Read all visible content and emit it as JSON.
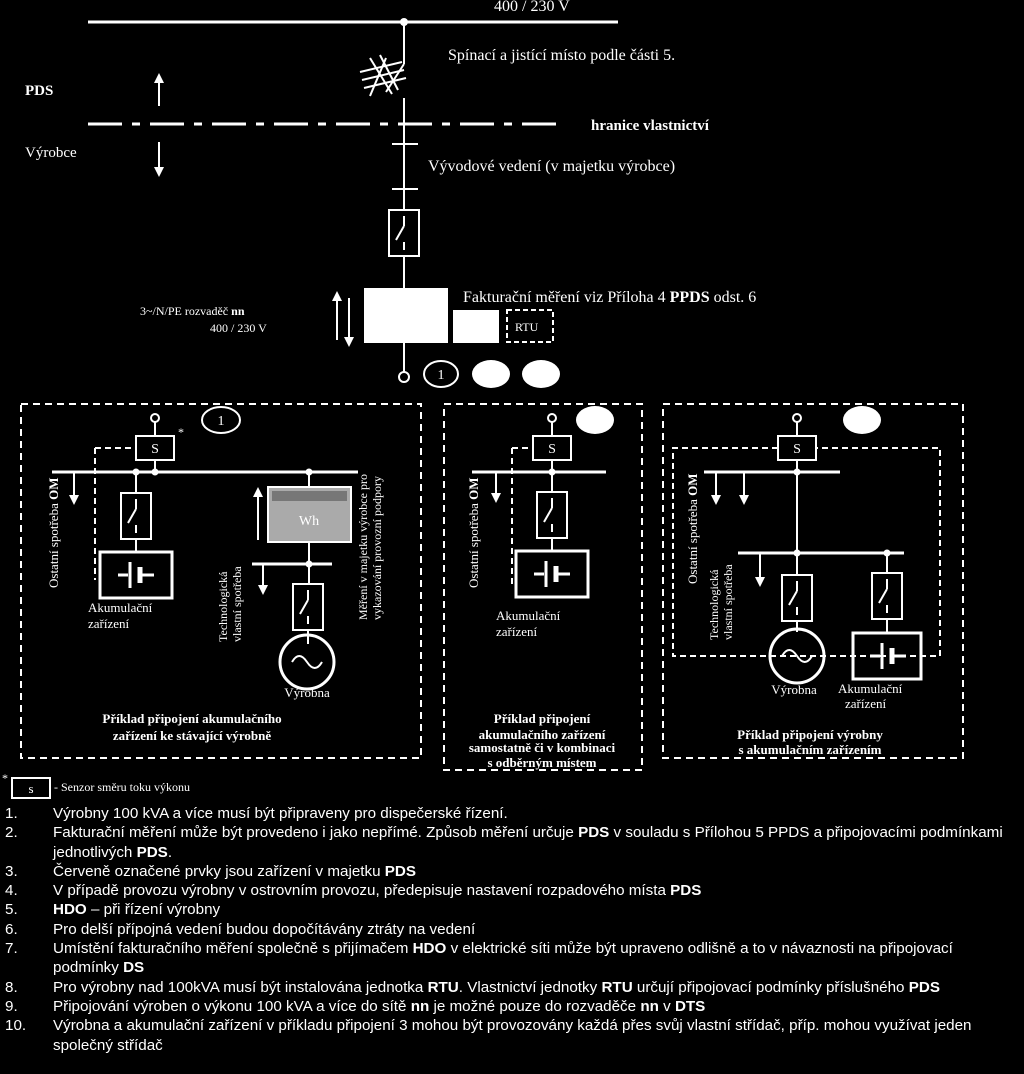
{
  "top": {
    "voltage": "400 / 230 V",
    "switch_label": "Spínací a jistící místo podle části 5.",
    "pds": "PDS",
    "vyrobce": "Výrobce",
    "boundary": "hranice vlastnictví",
    "feeder": "Vývodové vedení (v majetku výrobce)",
    "panel_line1_pre": "3~/N/PE rozvaděč ",
    "panel_line1_bold": "nn",
    "panel_line2": "400 / 230 V",
    "metering_pre": "Fakturační měření viz Příloha 4 ",
    "metering_bold": "PPDS",
    "metering_post": " odst. 6",
    "rtu": "RTU",
    "circle1": "1"
  },
  "boxes": [
    {
      "circle": "1",
      "sensor": "S",
      "asterisk": "*",
      "ostatni": "Ostatní spotřeba ",
      "om": "OM",
      "accu1": "Akumulační",
      "accu2": "zařízení",
      "wh": "Wh",
      "techno1": "Technologická",
      "techno2": "vlastní spotřeba",
      "mereni1": "Měření v majetku výrobce pro",
      "mereni2": "vykazování provozní podpory",
      "vyrobna": "Výrobna",
      "caption": [
        "Příklad připojení akumulačního",
        "zařízení ke stávající výrobně"
      ]
    },
    {
      "sensor": "S",
      "ostatni": "Ostatní spotřeba ",
      "om": "OM",
      "accu1": "Akumulační",
      "accu2": "zařízení",
      "caption": [
        "Příklad připojení",
        "akumulačního zařízení",
        "samostatně či v kombinaci",
        "s odběrným místem"
      ]
    },
    {
      "sensor": "S",
      "ostatni": "Ostatní spotřeba ",
      "om": "OM",
      "techno1": "Technologická",
      "techno2": "vlastní spotřeba",
      "vyrobna": "Výrobna",
      "accu1": "Akumulační",
      "accu2": "zařízení",
      "caption": [
        "Příklad připojení výrobny",
        "s akumulačním zařízením"
      ]
    }
  ],
  "legend": {
    "asterisk": "*",
    "s": "s",
    "text": "- Senzor směru toku výkonu"
  },
  "notes": [
    {
      "num": "1.",
      "parts": [
        {
          "t": "Výrobny 100 kVA a více musí být připraveny pro dispečerské řízení."
        }
      ]
    },
    {
      "num": "2.",
      "parts": [
        {
          "t": "Fakturační měření může být provedeno i jako nepřímé. Způsob měření určuje "
        },
        {
          "t": "PDS",
          "b": true
        },
        {
          "t": " v souladu s Přílohou 5 PPDS a připojovacími podmínkami jednotlivých "
        },
        {
          "t": "PDS",
          "b": true
        },
        {
          "t": "."
        }
      ]
    },
    {
      "num": "3.",
      "parts": [
        {
          "t": "Červeně označené prvky jsou zařízení v majetku "
        },
        {
          "t": "PDS",
          "b": true
        }
      ]
    },
    {
      "num": "4.",
      "parts": [
        {
          "t": "V případě provozu výrobny v ostrovním provozu, předepisuje nastavení rozpadového místa "
        },
        {
          "t": "PDS",
          "b": true
        }
      ]
    },
    {
      "num": "5.",
      "parts": [
        {
          "t": "HDO",
          "b": true
        },
        {
          "t": " – při řízení výrobny"
        }
      ]
    },
    {
      "num": "6.",
      "parts": [
        {
          "t": "Pro delší přípojná vedení budou dopočítávány ztráty na vedení"
        }
      ]
    },
    {
      "num": "7.",
      "parts": [
        {
          "t": "Umístění fakturačního měření společně s přijímačem "
        },
        {
          "t": "HDO",
          "b": true
        },
        {
          "t": " v elektrické síti může být upraveno odlišně a to v návaznosti na připojovací podmínky "
        },
        {
          "t": "DS",
          "b": true
        }
      ]
    },
    {
      "num": "8.",
      "parts": [
        {
          "t": "Pro výrobny nad 100kVA musí být instalována jednotka "
        },
        {
          "t": "RTU",
          "b": true
        },
        {
          "t": ". Vlastnictví jednotky "
        },
        {
          "t": "RTU",
          "b": true
        },
        {
          "t": " určují připojovací podmínky příslušného "
        },
        {
          "t": "PDS",
          "b": true
        }
      ]
    },
    {
      "num": "9.",
      "parts": [
        {
          "t": "Připojování výroben o výkonu 100 kVA a více do sítě "
        },
        {
          "t": "nn",
          "b": true
        },
        {
          "t": " je možné pouze do rozvaděče "
        },
        {
          "t": "nn",
          "b": true
        },
        {
          "t": " v "
        },
        {
          "t": "DTS",
          "b": true
        }
      ]
    },
    {
      "num": "10.",
      "parts": [
        {
          "t": "Výrobna a akumulační zařízení v příkladu připojení 3 mohou být provozovány každá přes svůj vlastní střídač, příp. mohou využívat jeden společný střídač"
        }
      ]
    }
  ]
}
